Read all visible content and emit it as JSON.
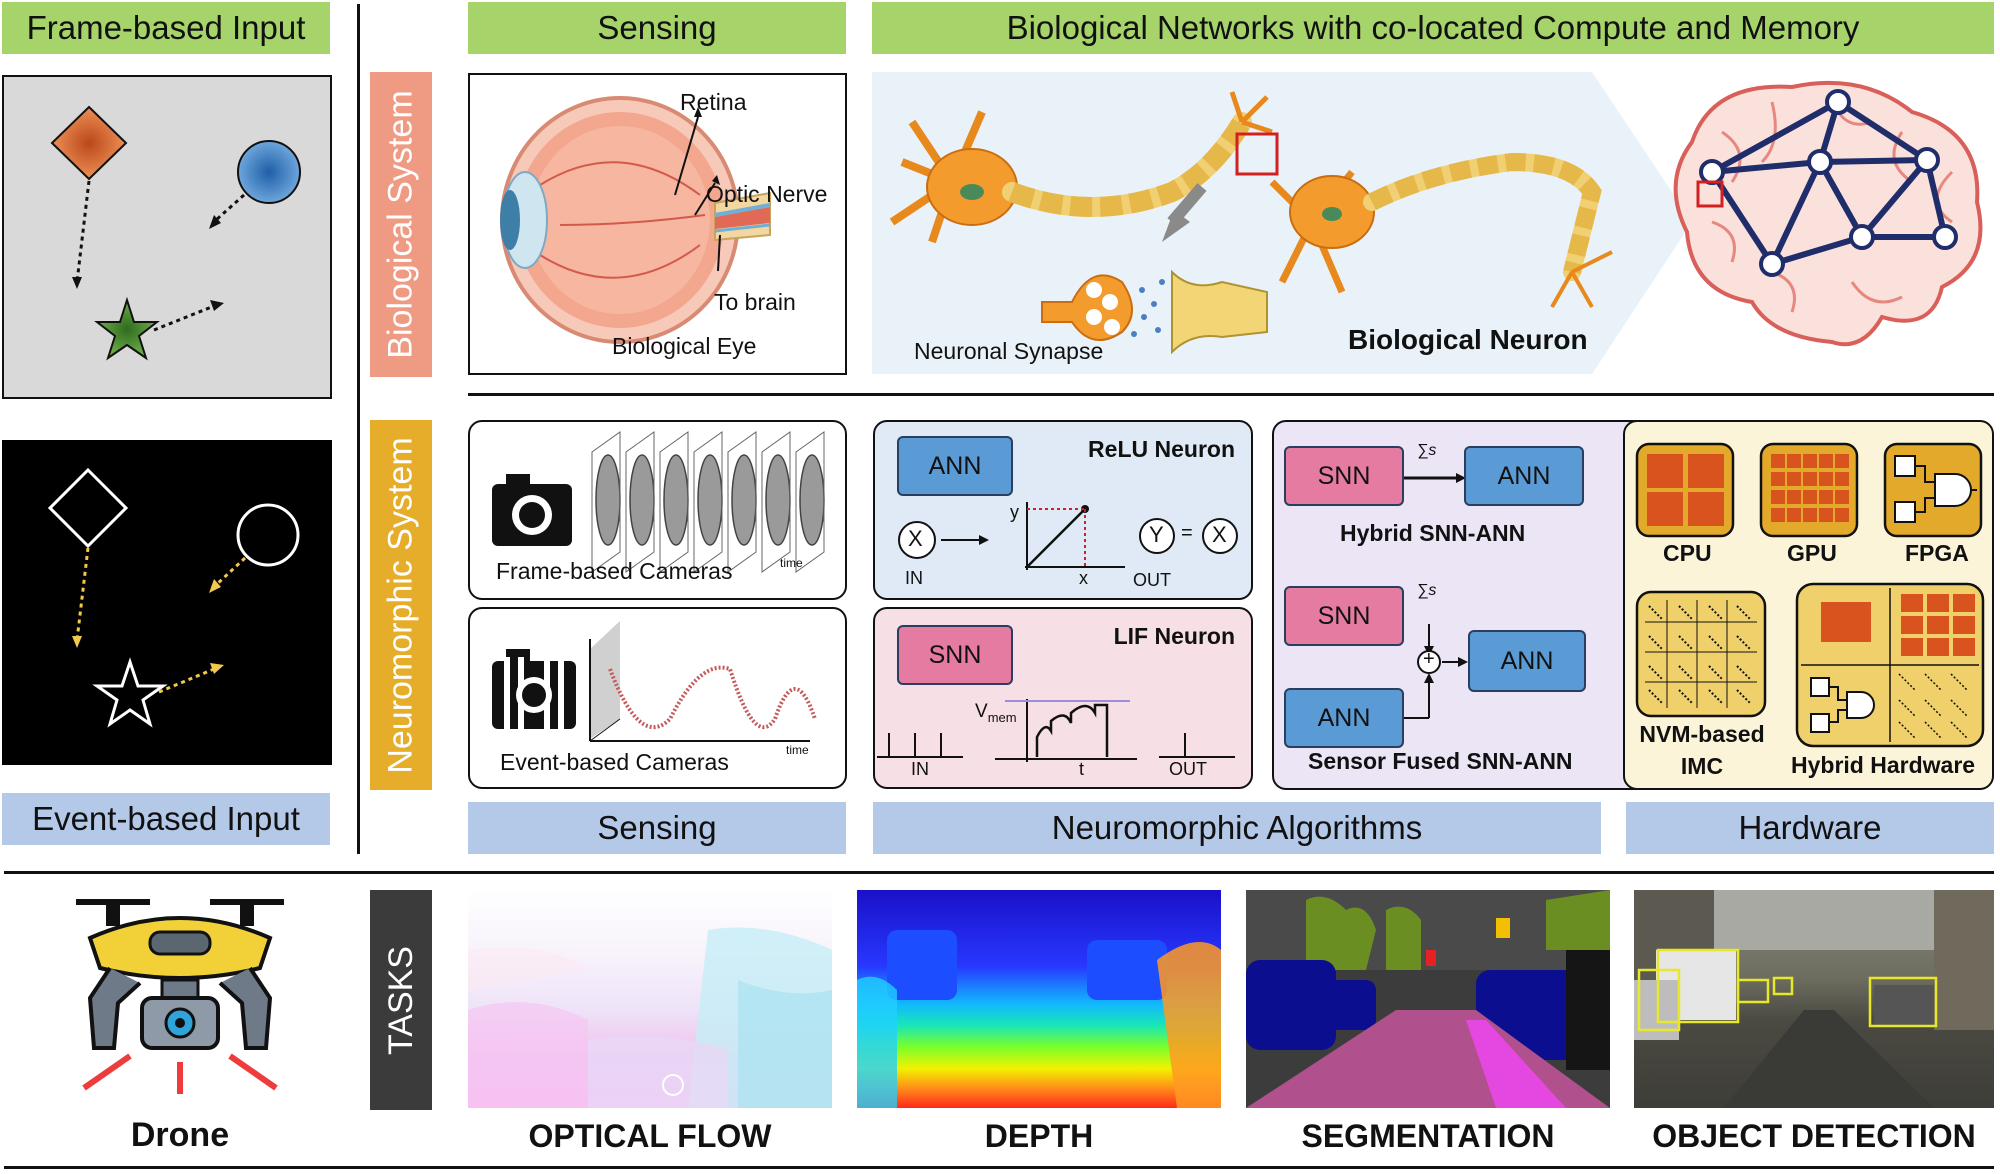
{
  "left": {
    "frame_input_label": "Frame-based Input",
    "event_input_label": "Event-based Input"
  },
  "top_headers": {
    "sensing": "Sensing",
    "biological_networks": "Biological Networks with co-located Compute and Memory"
  },
  "row_labels": {
    "biological": "Biological System",
    "neuromorphic": "Neuromorphic System",
    "tasks": "TASKS"
  },
  "eye": {
    "retina": "Retina",
    "optic_nerve": "Optic Nerve",
    "to_brain": "To brain",
    "biological_eye": "Biological Eye"
  },
  "neuron": {
    "synapse": "Neuronal Synapse",
    "title": "Biological Neuron"
  },
  "cameras": {
    "frame_based": "Frame-based Cameras",
    "event_based": "Event-based Cameras",
    "time": "time"
  },
  "relu": {
    "title": "ReLU Neuron",
    "ann": "ANN",
    "x": "X",
    "in": "IN",
    "y_axis": "y",
    "x_axis": "x",
    "y_out": "Y",
    "eq": "=",
    "x_out": "X",
    "out": "OUT"
  },
  "lif": {
    "title": "LIF Neuron",
    "snn": "SNN",
    "vmem": "V",
    "vmem_sub": "mem",
    "in": "IN",
    "t": "t",
    "out": "OUT"
  },
  "hybrid": {
    "snn": "SNN",
    "ann": "ANN",
    "sum": "∑s",
    "title": "Hybrid SNN-ANN"
  },
  "fused": {
    "snn": "SNN",
    "ann_in": "ANN",
    "ann_out": "ANN",
    "sum": "∑s",
    "plus": "+",
    "title": "Sensor Fused SNN-ANN"
  },
  "hardware": {
    "cpu": "CPU",
    "gpu": "GPU",
    "fpga": "FPGA",
    "nvm": "NVM-based\nIMC",
    "hybrid": "Hybrid Hardware"
  },
  "bottom_headers": {
    "sensing": "Sensing",
    "algorithms": "Neuromorphic Algorithms",
    "hardware": "Hardware"
  },
  "tasks": {
    "drone": "Drone",
    "optical_flow": "OPTICAL FLOW",
    "depth": "DEPTH",
    "segmentation": "SEGMENTATION",
    "object_detection": "OBJECT DETECTION"
  },
  "colors": {
    "header_green": "#a6d36a",
    "header_blue": "#b4c8e8",
    "bio_label": "#ef9a83",
    "neuro_label": "#e5ad2a",
    "tasks_label": "#3b3b3b",
    "ann_blue": "#5b9bd5",
    "snn_pink": "#e57ba0",
    "relu_bg": "#dfeaf6",
    "lif_bg": "#f6dfe5",
    "hybrid_bg": "#ebe5f6",
    "hw_bg": "#fbf4d9",
    "hw_chip": "#e3a92a"
  }
}
